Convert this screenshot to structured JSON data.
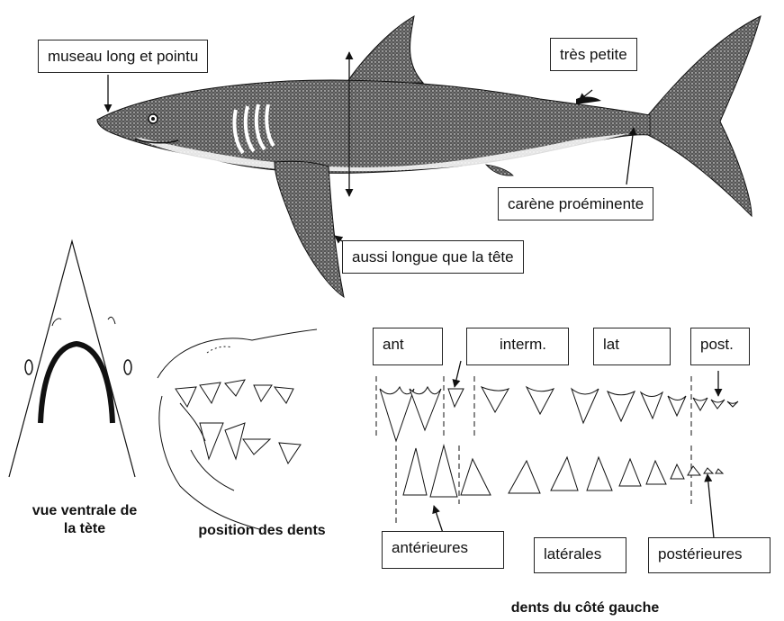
{
  "labels": {
    "snout": "museau long et pointu",
    "second_dorsal": "très petite",
    "keel": "carène proéminente",
    "pectoral": "aussi longue que la tête"
  },
  "teeth_groups": {
    "ant": "ant",
    "interm": "interm.",
    "lat": "lat",
    "post": "post.",
    "anterieures": "antérieures",
    "laterales": "latérales",
    "posterieures": "postérieures"
  },
  "captions": {
    "ventral_line1": "vue ventrale de",
    "ventral_line2": "la tète",
    "position": "position des dents",
    "teeth": "dents du côté gauche"
  },
  "colors": {
    "ink": "#111111",
    "shark_body": "#3a3a3a",
    "background": "#ffffff"
  }
}
